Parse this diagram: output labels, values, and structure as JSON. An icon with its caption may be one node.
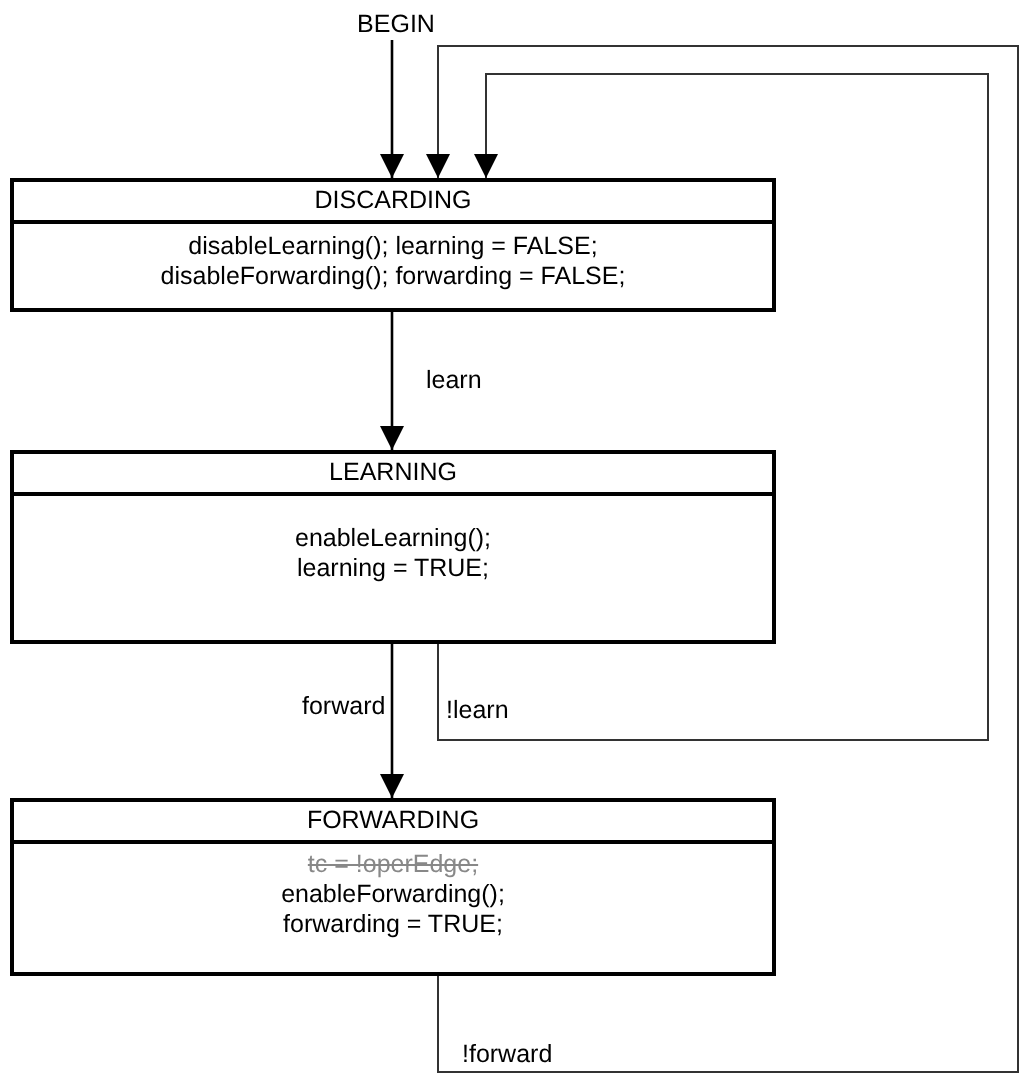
{
  "diagram": {
    "nodes": [
      {
        "text": [
          "BEGIN"
        ]
      },
      {
        "text": [
          "DISCARDING",
          "disableLearning(); learning = FALSE; disableForwarding(); forwarding = FALSE;"
        ]
      },
      {
        "text": [
          "LEARNING",
          "enableLearning(); learning = TRUE;"
        ]
      },
      {
        "text": [
          "FORWARDING",
          "tc = !operEdge;",
          "enableForwarding(); forwarding = TRUE;"
        ]
      }
    ],
    "edges": [
      {
        "from": 0,
        "to": 1,
        "arrow": "to"
      },
      {
        "from": 1,
        "to": 2,
        "arrow": "to",
        "label": "learn"
      },
      {
        "from": 2,
        "to": 3,
        "arrow": "to",
        "label": "forward"
      },
      {
        "from": 2,
        "to": 1,
        "arrow": "to",
        "label": "!learn"
      },
      {
        "from": 3,
        "to": 1,
        "arrow": "to",
        "label": "!forward"
      }
    ]
  }
}
